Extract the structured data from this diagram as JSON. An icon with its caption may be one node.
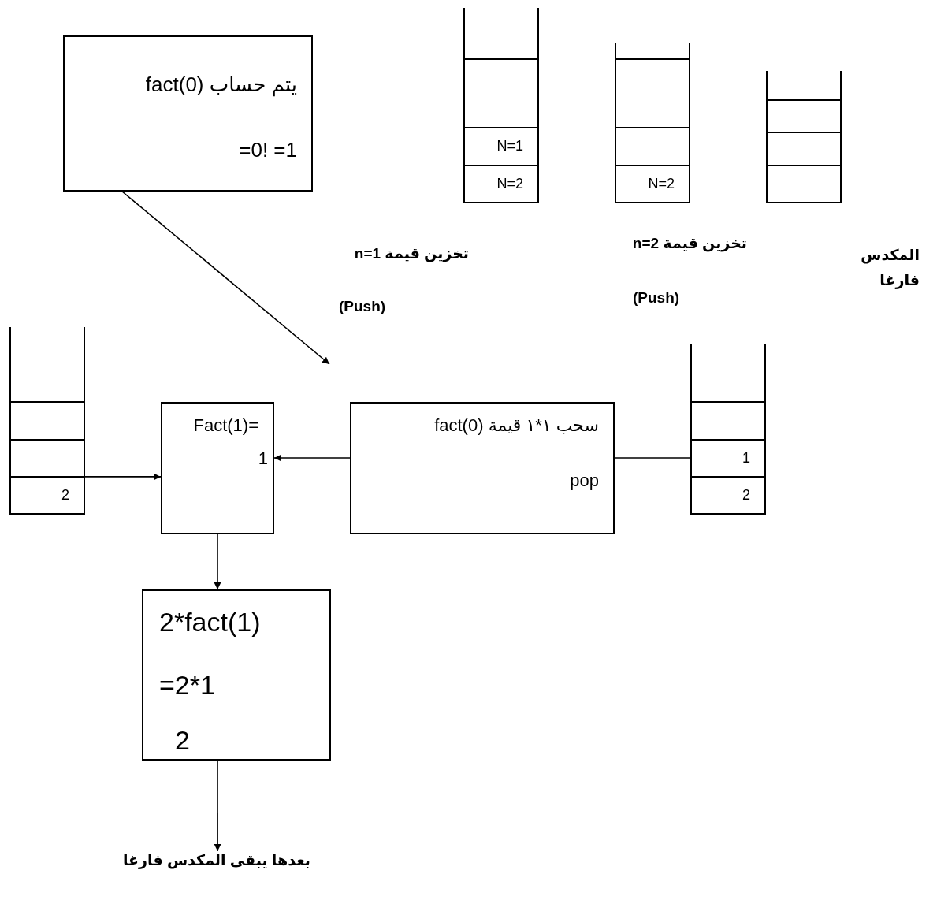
{
  "diagram": {
    "nodes": [
      {
        "text": [
          "يتم حساب fact(0)",
          "=0! =1"
        ]
      },
      {
        "text": [
          "N=1",
          "N=2"
        ],
        "beside": [
          "تخزين قيمة n=1",
          "(Push)"
        ]
      },
      {
        "text": [
          "N=2"
        ],
        "beside": [
          "تخزين قيمة n=2",
          "(Push)"
        ]
      },
      {
        "text": [],
        "shape": "box",
        "beside": [
          "المكدس فارغا"
        ]
      },
      {
        "text": [
          "2"
        ]
      },
      {
        "text": [
          "Fact(1)=",
          "1"
        ]
      },
      {
        "text": [
          "سحب ١*١ قيمة fact(0)",
          "pop"
        ]
      },
      {
        "text": [
          "1",
          "2"
        ]
      },
      {
        "text": [
          "2*fact(1)",
          "=2*1",
          "2"
        ]
      },
      {
        "text": [
          "بعدها يبقى المكدس فارغا"
        ]
      }
    ],
    "edges": [
      {
        "from": 0,
        "to": null,
        "arrow": "to"
      },
      {
        "from": 6,
        "to": 5,
        "arrow": "to"
      },
      {
        "from": 7,
        "to": 6,
        "arrow": "none"
      },
      {
        "from": 4,
        "to": 5,
        "arrow": "to"
      },
      {
        "from": 5,
        "to": 8,
        "arrow": "to"
      },
      {
        "from": 8,
        "to": 9,
        "arrow": "to"
      }
    ]
  }
}
